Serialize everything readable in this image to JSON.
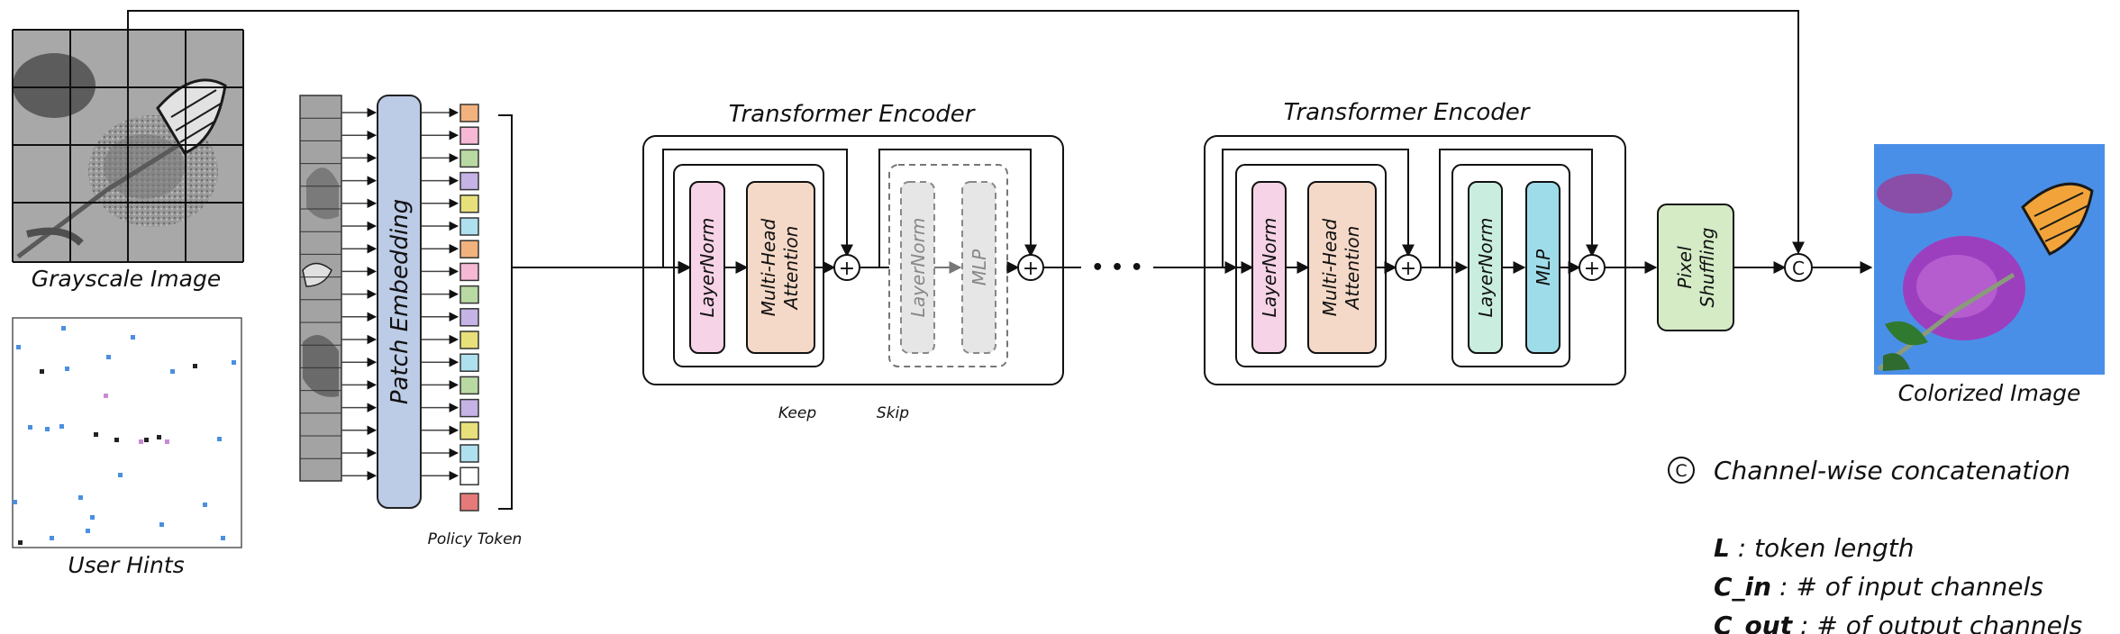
{
  "images": {
    "grayscale_label": "Grayscale Image",
    "hints_label": "User Hints",
    "colorized_label": "Colorized Image"
  },
  "patch_embedding": {
    "label": "Patch Embedding",
    "token_colors": [
      "#f2b27e",
      "#f6b8d4",
      "#b9d9a3",
      "#c5b3e6",
      "#e8e07a",
      "#aee0ee",
      "#f2b27e",
      "#f6b8d4",
      "#b9d9a3",
      "#c5b3e6",
      "#e8e07a",
      "#aee0ee",
      "#b9d9a3",
      "#c5b3e6",
      "#e8e07a",
      "#aee0ee",
      "#ffffff"
    ],
    "policy_token_color": "#e47a7a",
    "policy_label": "Policy Token"
  },
  "encoder1": {
    "title": "Transformer Encoder",
    "layernorm": "LayerNorm",
    "mha_line1": "Multi-Head",
    "mha_line2": "Attention",
    "ln2": "LayerNorm",
    "mlp": "MLP",
    "keep": "Keep",
    "skip": "Skip"
  },
  "ellipsis": "• • •",
  "encoder2": {
    "title": "Transformer Encoder",
    "layernorm": "LayerNorm",
    "mha_line1": "Multi-Head",
    "mha_line2": "Attention",
    "ln2": "LayerNorm",
    "mlp": "MLP"
  },
  "pixel_shuffle": {
    "line1": "Pixel",
    "line2": "Shuffling"
  },
  "plus_symbol": "+",
  "concat_symbol": "C",
  "legend": {
    "concat_text": "Channel-wise concatenation",
    "items": [
      {
        "key": "L",
        "desc": " : token length"
      },
      {
        "key": "C_in",
        "desc": " : # of input channels"
      },
      {
        "key": "C_out",
        "desc": " : # of output channels"
      }
    ]
  },
  "colors": {
    "layernorm1": "#f6d3e6",
    "mha": "#f5d9c8",
    "layernorm2": "#c9eee0",
    "mlp": "#9fdcea",
    "patch_embed": "#bccbe6",
    "pixel_shuffle": "#d4ebc6",
    "skipped": "#e6e6e6",
    "sky": "#4a8fe7"
  }
}
